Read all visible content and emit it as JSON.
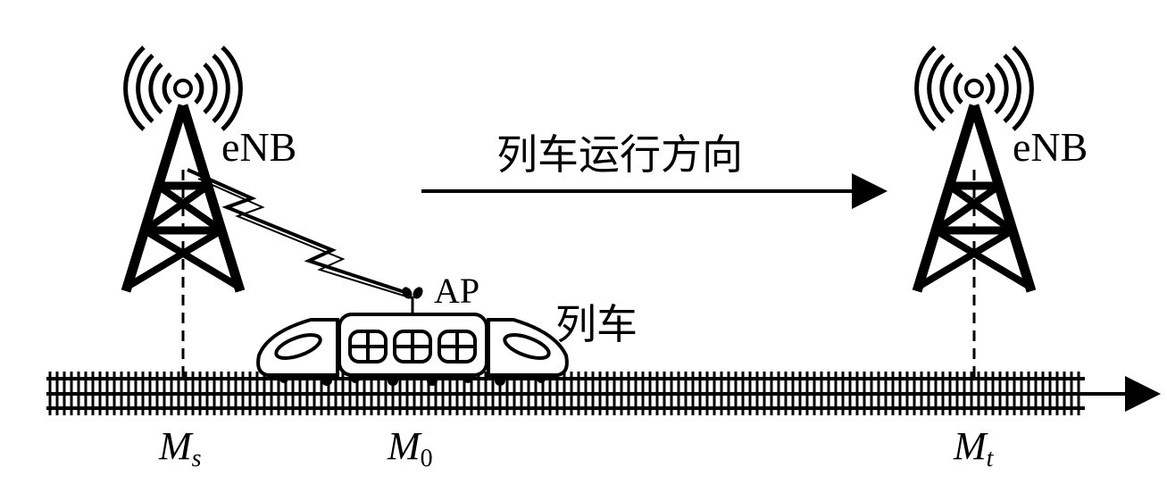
{
  "direction": {
    "label": "列车运行方向"
  },
  "base_stations": [
    {
      "label": "eNB"
    },
    {
      "label": "eNB"
    }
  ],
  "train": {
    "label": "列车",
    "ap_label": "AP"
  },
  "positions": [
    {
      "main": "M",
      "sub": "s"
    },
    {
      "main": "M",
      "sub": "0"
    },
    {
      "main": "M",
      "sub": "t"
    }
  ]
}
